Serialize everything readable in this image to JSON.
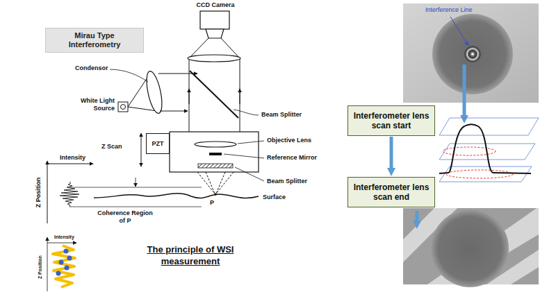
{
  "diagram": {
    "caption": "The principle of WSI measurement",
    "nodes": [
      {
        "text": [
          "Mirau Type Interferometry"
        ]
      },
      {
        "text": [
          "PZT"
        ]
      },
      {
        "text": [
          "Interferometer lens scan start"
        ]
      },
      {
        "text": [
          "Interferometer lens scan end"
        ]
      }
    ],
    "edges": [
      {
        "from": 2,
        "to": 3,
        "arrow": "to"
      }
    ],
    "labels": [
      "CCD Camera",
      "Condensor",
      "White Light Source",
      "Beam Splitter",
      "Objective Lens",
      "Z Scan",
      "Reference Mirror",
      "Intensity",
      "Z Position",
      "Beam Splitter",
      "P",
      "Surface",
      "Coherence Region of P",
      "Intensity",
      "Z Position",
      "Interference Line"
    ]
  }
}
